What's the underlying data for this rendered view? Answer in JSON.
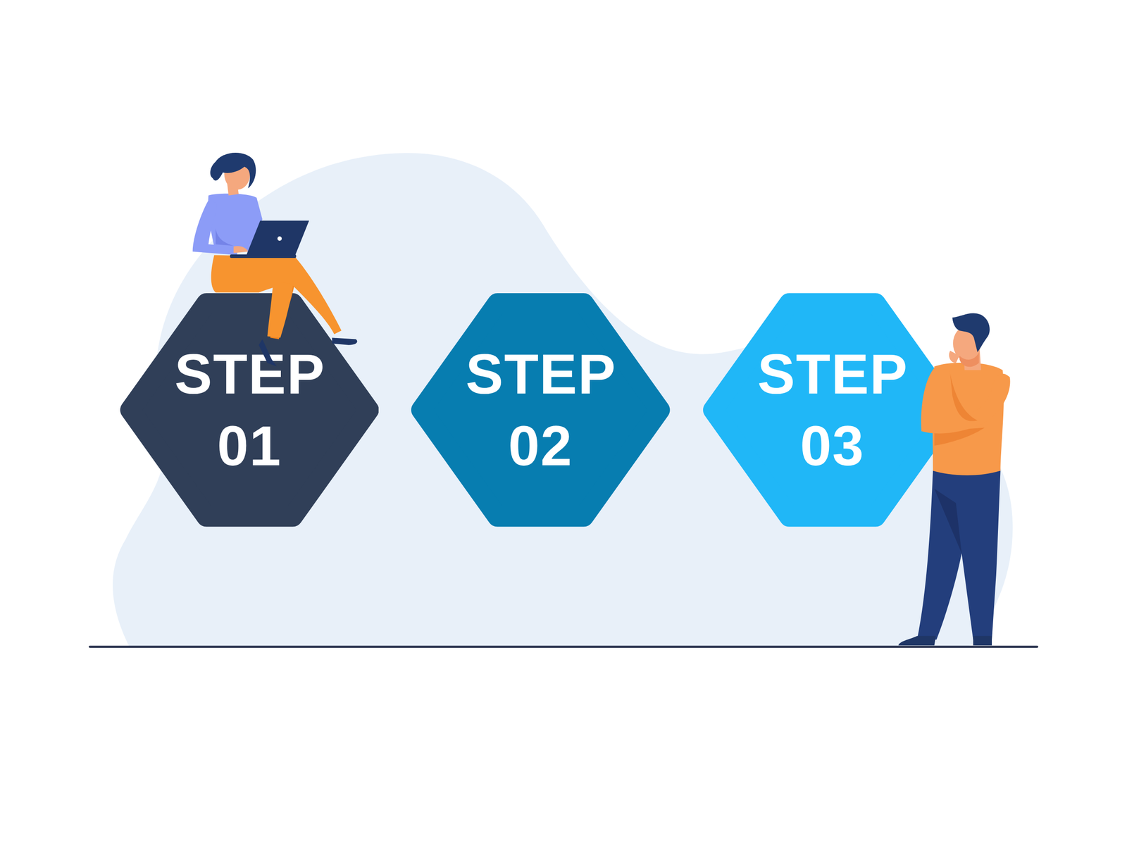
{
  "diagram": {
    "nodes": [
      {
        "text": [
          "STEP 01"
        ]
      },
      {
        "text": [
          "STEP 02"
        ]
      },
      {
        "text": [
          "STEP 03"
        ]
      }
    ]
  }
}
